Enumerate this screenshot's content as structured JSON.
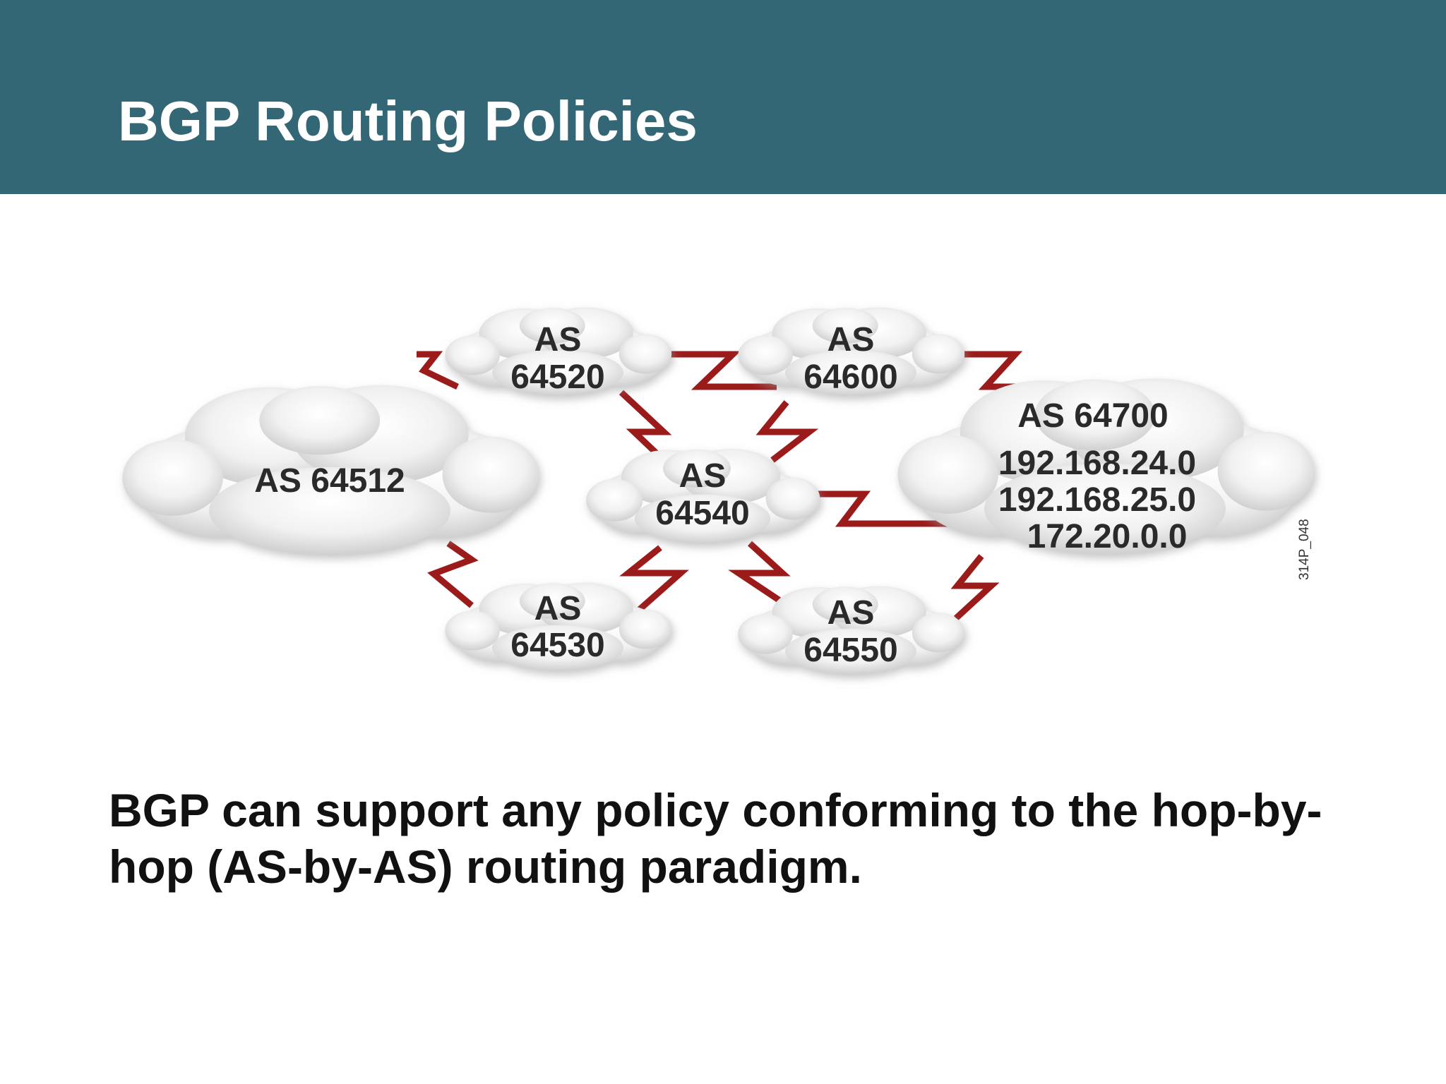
{
  "slide": {
    "title": "BGP Routing Policies",
    "caption": "BGP can support any policy conforming to the hop-by-hop (AS-by-AS) routing paradigm."
  },
  "diagram": {
    "figure_id": "314P_048",
    "nodes": {
      "as64512": {
        "line1": "AS 64512"
      },
      "as64520": {
        "line1": "AS",
        "line2": "64520"
      },
      "as64530": {
        "line1": "AS",
        "line2": "64530"
      },
      "as64540": {
        "line1": "AS",
        "line2": "64540"
      },
      "as64600": {
        "line1": "AS",
        "line2": "64600"
      },
      "as64550": {
        "line1": "AS",
        "line2": "64550"
      },
      "as64700": {
        "line1": "AS 64700",
        "prefixes": [
          "192.168.24.0",
          "192.168.25.0",
          "172.20.0.0"
        ]
      }
    },
    "links": [
      [
        "AS 64512",
        "AS 64520"
      ],
      [
        "AS 64512",
        "AS 64530"
      ],
      [
        "AS 64520",
        "AS 64600"
      ],
      [
        "AS 64520",
        "AS 64540"
      ],
      [
        "AS 64530",
        "AS 64540"
      ],
      [
        "AS 64540",
        "AS 64600"
      ],
      [
        "AS 64540",
        "AS 64550"
      ],
      [
        "AS 64540",
        "AS 64700"
      ],
      [
        "AS 64600",
        "AS 64700"
      ],
      [
        "AS 64550",
        "AS 64700"
      ]
    ],
    "colors": {
      "link": "#9b1b1b",
      "cloud": "#f4f4f4",
      "header": "#346775"
    }
  }
}
